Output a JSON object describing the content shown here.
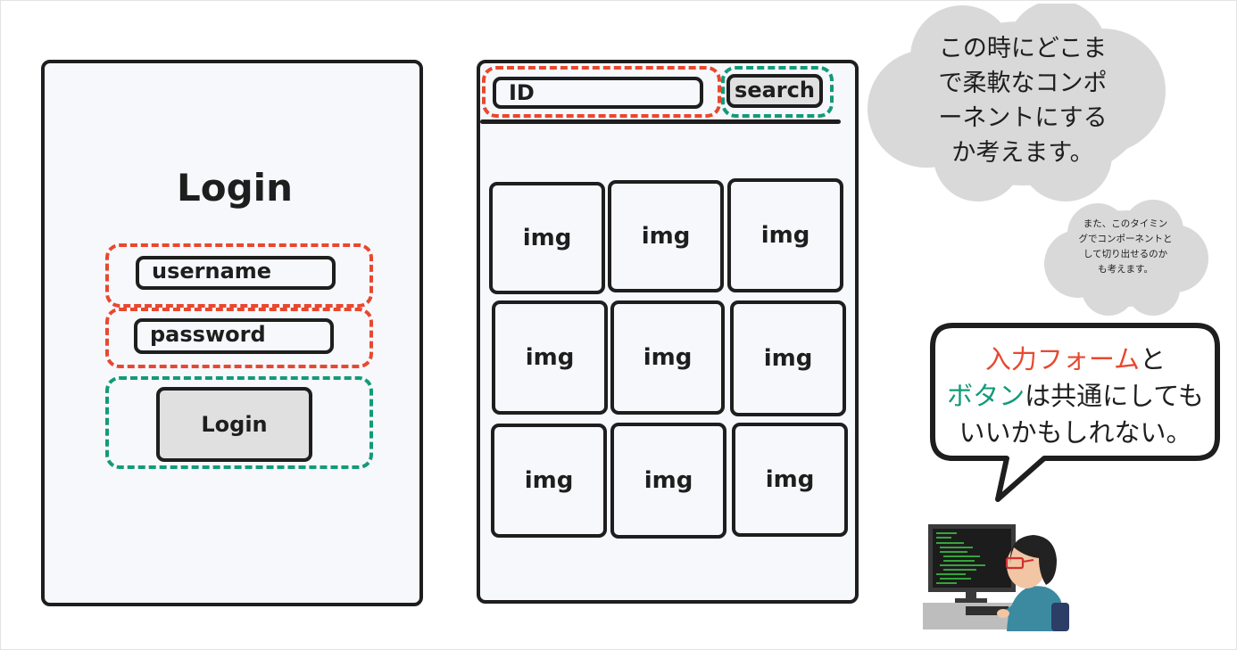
{
  "login_screen": {
    "title": "Login",
    "username_placeholder": "username",
    "password_placeholder": "password",
    "button_label": "Login"
  },
  "search_screen": {
    "id_placeholder": "ID",
    "search_label": "search",
    "tiles": [
      "img",
      "img",
      "img",
      "img",
      "img",
      "img",
      "img",
      "img",
      "img"
    ]
  },
  "cloud_large": {
    "lines": [
      "この時にどこま",
      "で柔軟なコンポ",
      "ーネントにする",
      "か考えます。"
    ]
  },
  "cloud_small": {
    "lines": [
      "また、このタイミン",
      "グでコンポーネントと",
      "して切り出せるのか",
      "も考えます。"
    ]
  },
  "speech_bubble": {
    "line1_highlight": "入力フォーム",
    "line1_rest": "と",
    "line2_highlight": "ボタン",
    "line2_rest": "は共通にしても",
    "line3": "いいかもしれない。"
  },
  "colors": {
    "accent_red": "#e8482f",
    "accent_green": "#139a79",
    "stroke": "#1e1e1e",
    "panel_fill": "#f6f8fc",
    "cloud_fill": "#d9d9d9"
  },
  "icons": [
    "programmer-illustration"
  ]
}
